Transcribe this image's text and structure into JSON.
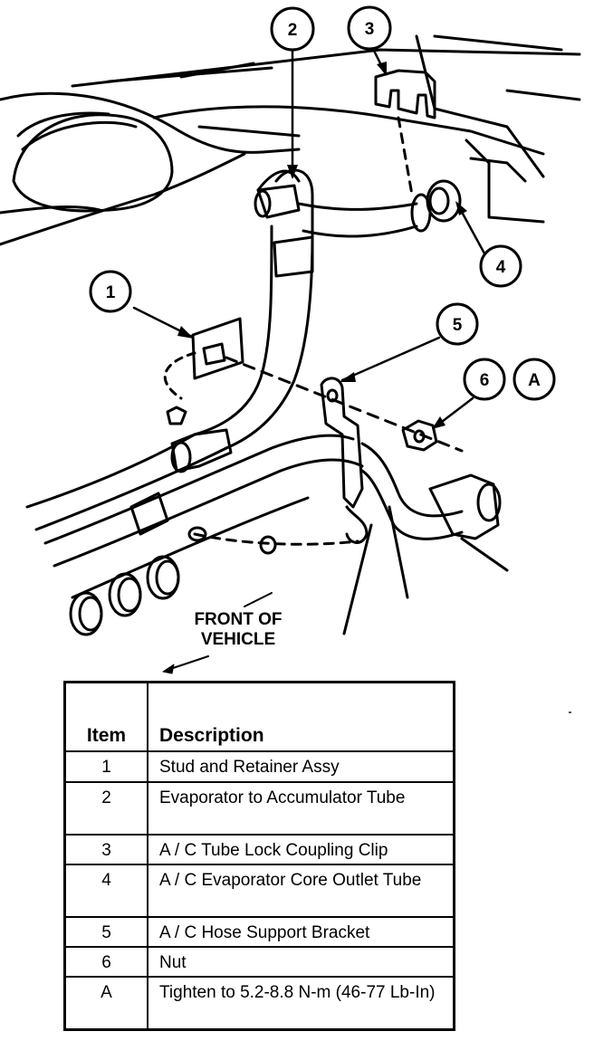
{
  "callouts": [
    "1",
    "2",
    "3",
    "4",
    "5",
    "6",
    "A"
  ],
  "front_label": [
    "FRONT OF",
    "VEHICLE"
  ],
  "table": {
    "headers": {
      "item": "Item",
      "description": "Description"
    },
    "rows": [
      {
        "item": "1",
        "description": "Stud and Retainer Assy"
      },
      {
        "item": "2",
        "description": "Evaporator to Accumulator Tube"
      },
      {
        "item": "3",
        "description": "A / C Tube Lock Coupling Clip"
      },
      {
        "item": "4",
        "description": "A / C Evaporator Core Outlet Tube"
      },
      {
        "item": "5",
        "description": "A / C Hose Support Bracket"
      },
      {
        "item": "6",
        "description": "Nut"
      },
      {
        "item": "A",
        "description": "Tighten to 5.2-8.8 N-m (46-77 Lb-In)"
      }
    ]
  }
}
